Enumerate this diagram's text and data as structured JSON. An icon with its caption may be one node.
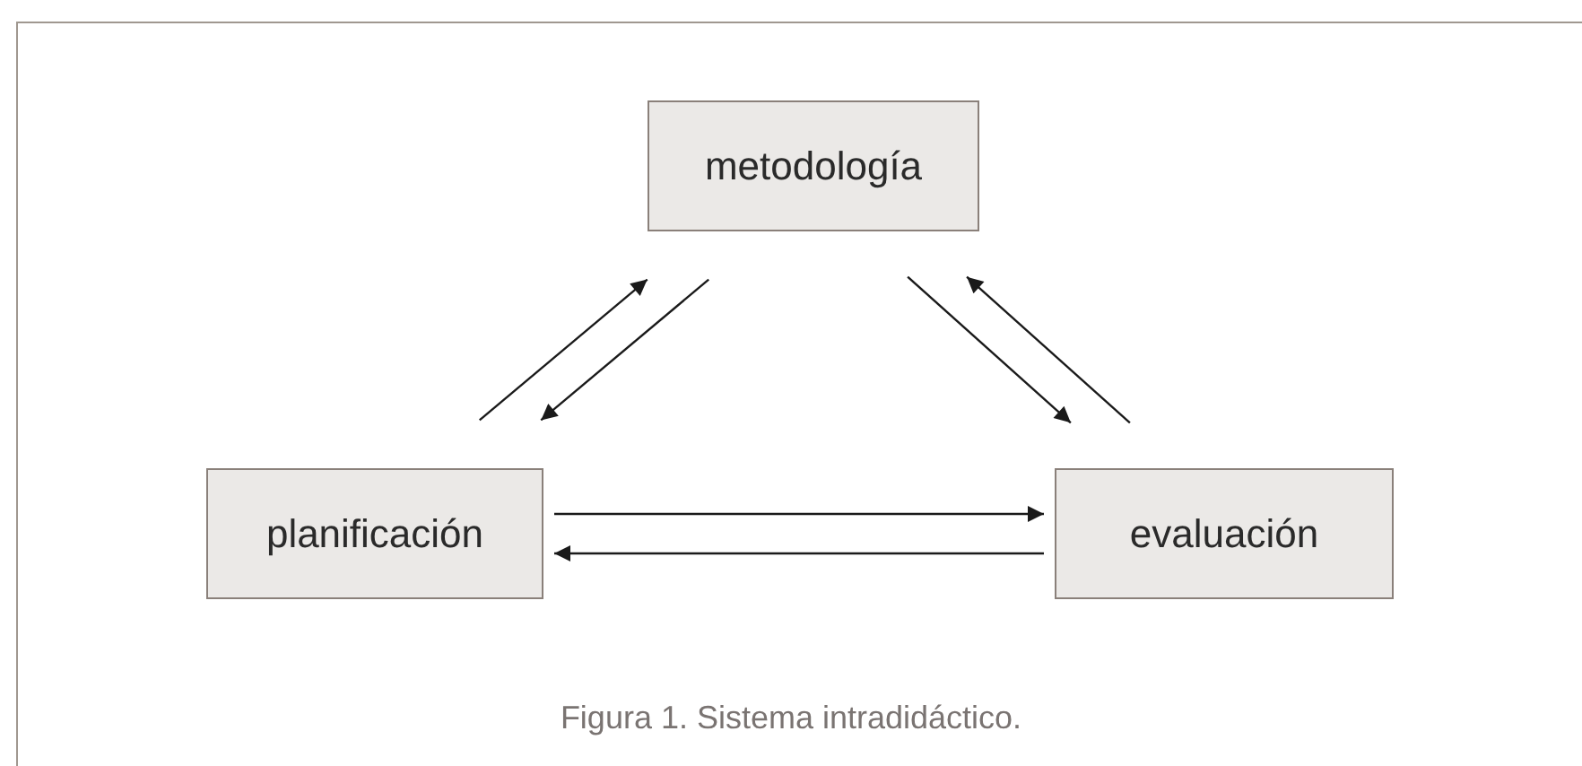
{
  "diagram": {
    "caption": "Figura 1. Sistema intradidáctico.",
    "nodes": [
      {
        "text": [
          "metodología"
        ]
      },
      {
        "text": [
          "planificación"
        ]
      },
      {
        "text": [
          "evaluación"
        ]
      }
    ],
    "edges": [
      {
        "from": 1,
        "to": 0,
        "arrow": "to"
      },
      {
        "from": 0,
        "to": 1,
        "arrow": "to"
      },
      {
        "from": 0,
        "to": 2,
        "arrow": "to"
      },
      {
        "from": 2,
        "to": 0,
        "arrow": "to"
      },
      {
        "from": 1,
        "to": 2,
        "arrow": "to"
      },
      {
        "from": 2,
        "to": 1,
        "arrow": "to"
      }
    ]
  }
}
